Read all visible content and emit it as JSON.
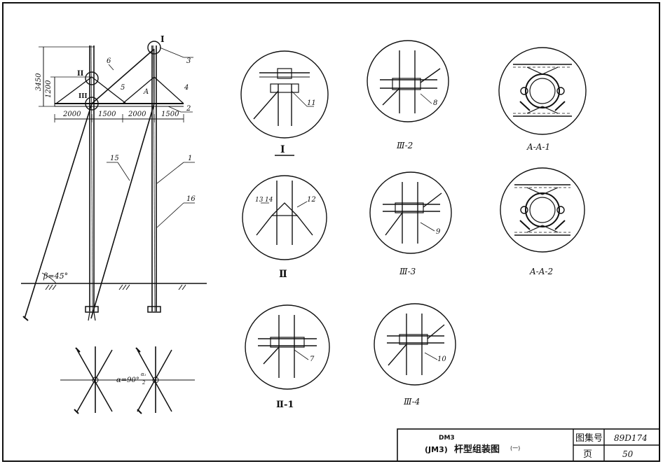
{
  "main_drawing": {
    "dim_total_height": "3450",
    "dim_crossarm_drop": "1200",
    "dims_bottom": [
      "2000",
      "1500",
      "2000",
      "1500"
    ],
    "guy_angle": "β=45°",
    "plan_angle_prefix": "α=90°-",
    "plan_angle_fraction_num": "α₁",
    "plan_angle_fraction_den": "2",
    "marker_I": "I",
    "marker_II": "II",
    "marker_III": "III",
    "marker_A": "A",
    "part_labels": [
      "1",
      "2",
      "3",
      "4",
      "5",
      "6",
      "15",
      "16"
    ]
  },
  "details": [
    {
      "caption": "I",
      "part": "11"
    },
    {
      "caption": "Ⅲ-2",
      "part": "8"
    },
    {
      "caption": "A-A-1",
      "part": ""
    },
    {
      "caption": "Ⅱ",
      "part": "12",
      "part2": "13",
      "part3": "14"
    },
    {
      "caption": "Ⅲ-3",
      "part": "9"
    },
    {
      "caption": "A-A-2",
      "part": ""
    },
    {
      "caption": "Ⅱ-1",
      "part": "7"
    },
    {
      "caption": "Ⅲ-4",
      "part": "10"
    }
  ],
  "title_block": {
    "line1": "DM3",
    "line2_code": "(JM3)",
    "line2_title": "杆型组装图",
    "line2_suffix": "(一)",
    "atlas_label": "图集号",
    "atlas_value": "89D174",
    "page_label": "页",
    "page_value": "50"
  },
  "colors": {
    "ink": "#111111",
    "paper": "#ffffff"
  }
}
